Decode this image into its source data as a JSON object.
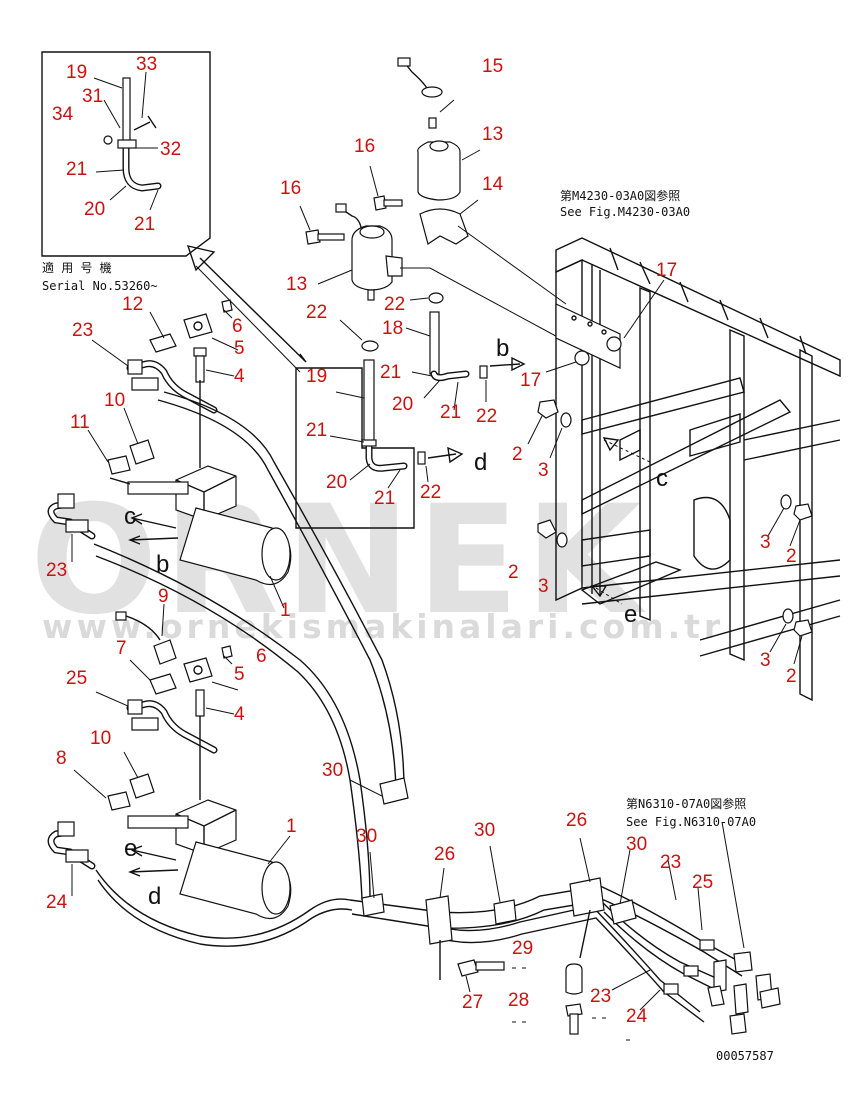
{
  "watermark": {
    "brand": "ORNEK",
    "url": "www.ornekismakinalari.com.tr"
  },
  "notes": {
    "serial_jp": "適 用 号 機",
    "serial_en": "Serial No.53260~",
    "ref_m4230_jp": "第M4230-03A0図参照",
    "ref_m4230_en": "See Fig.M4230-03A0",
    "ref_n6310_jp": "第N6310-07A0図参照",
    "ref_n6310_en": "See Fig.N6310-07A0",
    "drawing_no": "00057587"
  },
  "letters": {
    "b1": "b",
    "b2": "b",
    "c1": "c",
    "c2": "c",
    "d1": "d",
    "d2": "d",
    "e1": "e",
    "e2": "e"
  },
  "callouts": {
    "c19a": "19",
    "c33": "33",
    "c31": "31",
    "c34": "34",
    "c32": "32",
    "c21a": "21",
    "c20a": "20",
    "c21b": "21",
    "c15": "15",
    "c13a": "13",
    "c16a": "16",
    "c14": "14",
    "c16b": "16",
    "c13b": "13",
    "c22a": "22",
    "c22b": "22",
    "c18": "18",
    "c19b": "19",
    "c21c": "21",
    "c20b": "20",
    "c21d": "21",
    "c22c": "22",
    "c17a": "17",
    "c17b": "17",
    "c21e": "21",
    "c20c": "20",
    "c21f": "21",
    "c22d": "22",
    "c12": "12",
    "c6a": "6",
    "c23a": "23",
    "c5a": "5",
    "c4a": "4",
    "c10a": "10",
    "c11": "11",
    "c23b": "23",
    "c1a": "1",
    "c9": "9",
    "c7": "7",
    "c6b": "6",
    "c25a": "25",
    "c5b": "5",
    "c4b": "4",
    "c10b": "10",
    "c8": "8",
    "c1b": "1",
    "c24a": "24",
    "c30a": "30",
    "c30b": "30",
    "c26a": "26",
    "c30c": "30",
    "c26b": "26",
    "c30d": "30",
    "c23c": "23",
    "c25b": "25",
    "c29": "29",
    "c27": "27",
    "c28": "28",
    "c23d": "23",
    "c24b": "24",
    "c2a": "2",
    "c3a": "3",
    "c2b": "2",
    "c3b": "3",
    "c3c": "3",
    "c2c": "2",
    "c3d": "3",
    "c2d": "2"
  }
}
